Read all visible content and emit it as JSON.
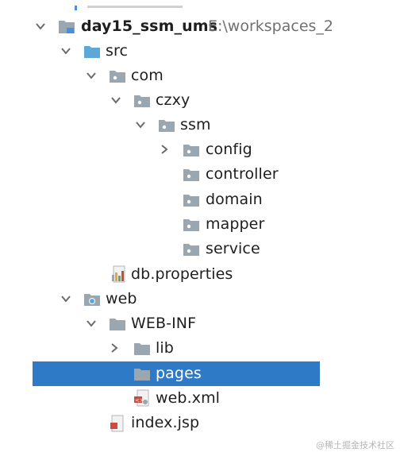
{
  "tree": {
    "project": {
      "name": "day15_ssm_ums",
      "path": "E:\\workspaces_2"
    },
    "items": [
      {
        "label": "src"
      },
      {
        "label": "com"
      },
      {
        "label": "czxy"
      },
      {
        "label": "ssm"
      },
      {
        "label": "config"
      },
      {
        "label": "controller"
      },
      {
        "label": "domain"
      },
      {
        "label": "mapper"
      },
      {
        "label": "service"
      },
      {
        "label": "db.properties"
      },
      {
        "label": "web"
      },
      {
        "label": "WEB-INF"
      },
      {
        "label": "lib"
      },
      {
        "label": "pages",
        "selected": true
      },
      {
        "label": "web.xml"
      },
      {
        "label": "index.jsp"
      }
    ]
  },
  "colors": {
    "selection": "#2f7ac6",
    "folder": "#9aa7b0",
    "source_folder": "#5ea8d8",
    "chevron": "#6b6b6b"
  },
  "icons": {
    "expanded": "chevron-down-icon",
    "collapsed": "chevron-right-icon",
    "folder": "folder-icon",
    "package": "package-icon",
    "source_root": "source-root-folder-icon",
    "web_root": "web-folder-icon",
    "properties": "properties-file-icon",
    "xml": "xml-file-icon",
    "jsp": "jsp-file-icon"
  },
  "watermark": "@稀土掘金技术社区"
}
